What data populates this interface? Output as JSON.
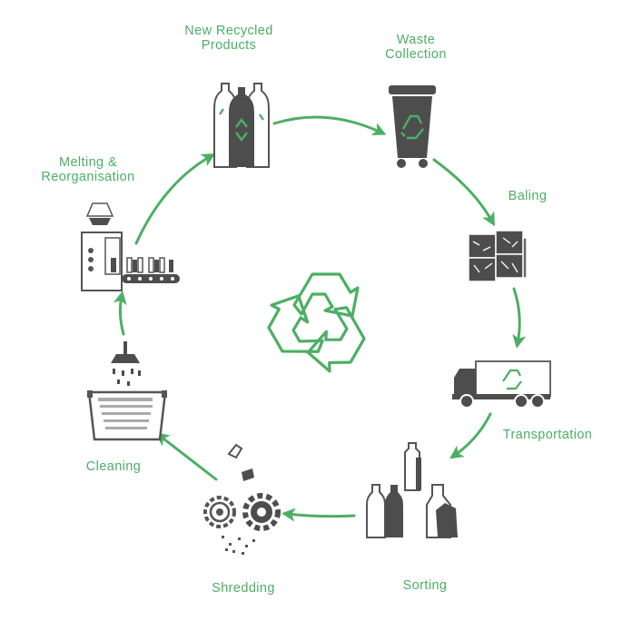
{
  "colors": {
    "accent": "#4caf64",
    "icon_dark": "#4d4d4d",
    "icon_outline": "#666666"
  },
  "center_icon": "recycle-icon",
  "stages": [
    {
      "id": "new-recycled-products",
      "lines": [
        "New Recycled",
        "Products"
      ],
      "icon": "bottles-icon"
    },
    {
      "id": "waste-collection",
      "lines": [
        "Waste",
        "Collection"
      ],
      "icon": "recycling-bin-icon"
    },
    {
      "id": "baling",
      "lines": [
        "Baling"
      ],
      "icon": "bales-icon"
    },
    {
      "id": "transportation",
      "lines": [
        "Transportation"
      ],
      "icon": "truck-icon"
    },
    {
      "id": "sorting",
      "lines": [
        "Sorting"
      ],
      "icon": "sorted-containers-icon"
    },
    {
      "id": "shredding",
      "lines": [
        "Shredding"
      ],
      "icon": "gears-icon"
    },
    {
      "id": "cleaning",
      "lines": [
        "Cleaning"
      ],
      "icon": "washing-basin-icon"
    },
    {
      "id": "melting-reorganisation",
      "lines": [
        "Melting &",
        "Reorganisation"
      ],
      "icon": "conveyor-machine-icon"
    }
  ]
}
